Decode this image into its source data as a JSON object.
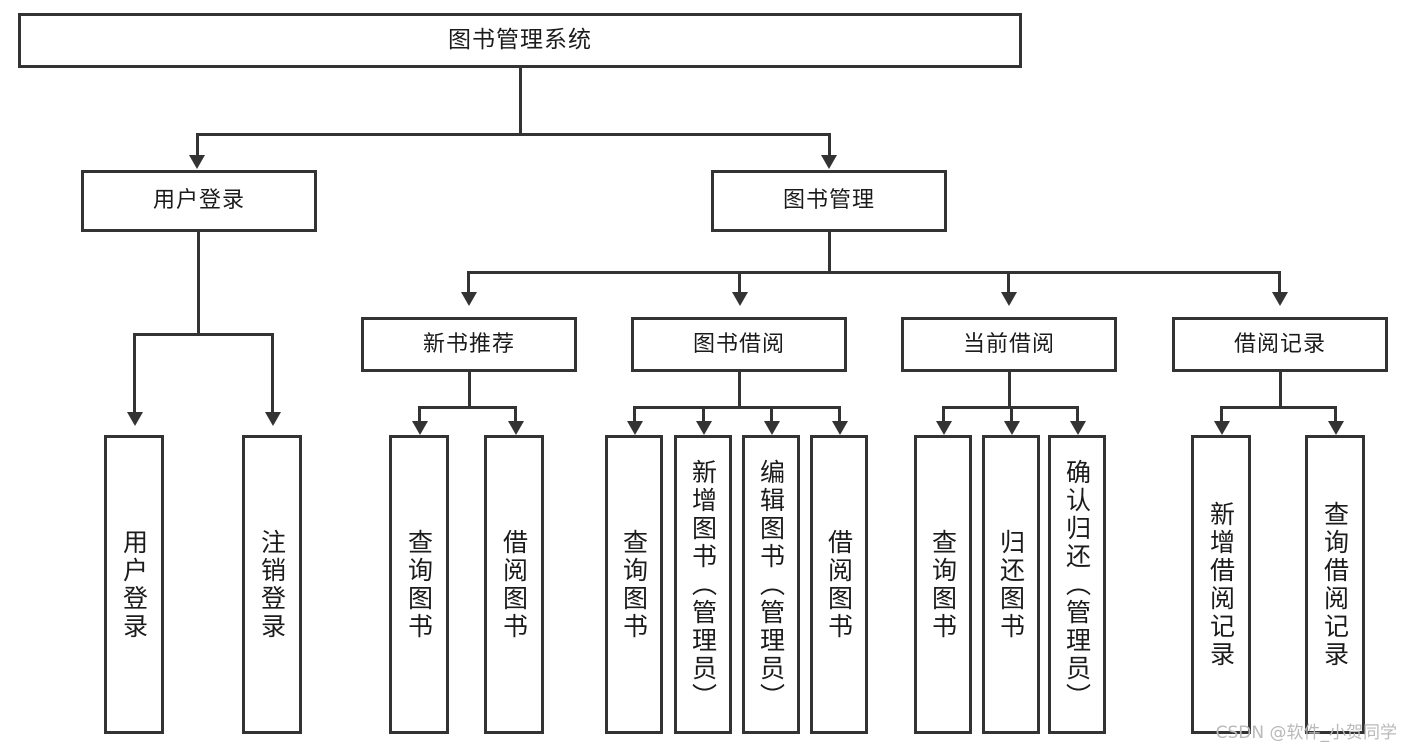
{
  "diagram": {
    "title": "图书管理系统",
    "type": "tree",
    "orientation": "top-down",
    "accent_color": "#333333",
    "background_color": "#ffffff",
    "watermark": "CSDN @软件_小贺同学",
    "nodes": {
      "root": {
        "label": "图书管理系统"
      },
      "level2": [
        {
          "label": "用户登录"
        },
        {
          "label": "图书管理"
        }
      ],
      "level3": [
        {
          "label": "新书推荐"
        },
        {
          "label": "图书借阅"
        },
        {
          "label": "当前借阅"
        },
        {
          "label": "借阅记录"
        }
      ],
      "leaves_user_login": [
        {
          "label": "用户登录"
        },
        {
          "label": "注销登录"
        }
      ],
      "leaves_new_book": [
        {
          "label": "查询图书"
        },
        {
          "label": "借阅图书"
        }
      ],
      "leaves_borrow": [
        {
          "label": "查询图书"
        },
        {
          "label": "新增图书（管理员）"
        },
        {
          "label": "编辑图书（管理员）"
        },
        {
          "label": "借阅图书"
        }
      ],
      "leaves_current": [
        {
          "label": "查询图书"
        },
        {
          "label": "归还图书"
        },
        {
          "label": "确认归还（管理员）"
        }
      ],
      "leaves_records": [
        {
          "label": "新增借阅记录"
        },
        {
          "label": "查询借阅记录"
        }
      ]
    }
  }
}
